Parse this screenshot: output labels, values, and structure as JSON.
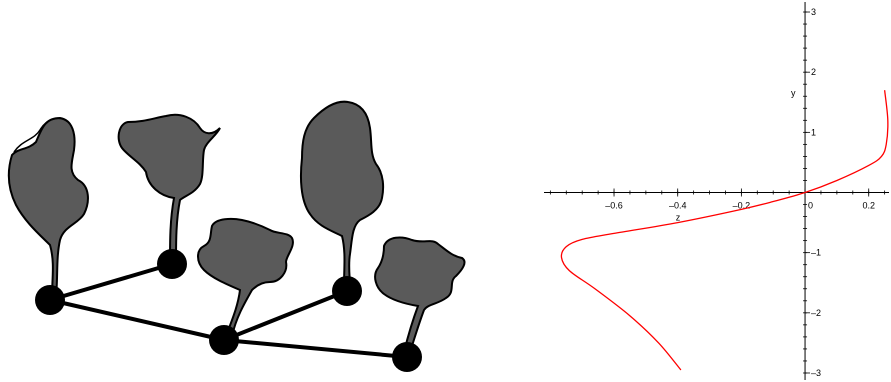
{
  "diagram": {
    "description_free": true,
    "node_color": "#000000",
    "blob_fill": "#5a5a5a",
    "blob_stroke": "#000000",
    "nodes": [
      "node-1",
      "node-2",
      "node-3",
      "node-4",
      "node-5"
    ],
    "edges": [
      [
        "node-1",
        "node-2"
      ],
      [
        "node-1",
        "node-3"
      ],
      [
        "node-3",
        "node-4"
      ],
      [
        "node-3",
        "node-5"
      ]
    ]
  },
  "chart_data": {
    "type": "line",
    "curve_color": "#ff0000",
    "xlabel": "z",
    "ylabel": "y",
    "xlim": [
      -0.82,
      0.27
    ],
    "ylim": [
      -3.05,
      3.1
    ],
    "x_ticks": [
      {
        "value": -0.6,
        "label": "–0.6"
      },
      {
        "value": -0.4,
        "label": "–0.4"
      },
      {
        "value": -0.2,
        "label": "–0.2"
      },
      {
        "value": 0,
        "label": "0"
      },
      {
        "value": 0.2,
        "label": "0.2"
      }
    ],
    "y_ticks": [
      {
        "value": 3,
        "label": "3"
      },
      {
        "value": 2,
        "label": "2"
      },
      {
        "value": 1,
        "label": "1"
      },
      {
        "value": -1,
        "label": "–1"
      },
      {
        "value": -2,
        "label": "–2"
      },
      {
        "value": -3,
        "label": "–3"
      }
    ],
    "series": [
      {
        "points": [
          [
            0.25,
            1.7
          ],
          [
            0.26,
            1.2
          ],
          [
            0.255,
            0.8
          ],
          [
            0.24,
            0.6
          ],
          [
            0.2,
            0.45
          ],
          [
            0.1,
            0.2
          ],
          [
            0.0,
            0.0
          ],
          [
            -0.1,
            -0.15
          ],
          [
            -0.2,
            -0.28
          ],
          [
            -0.4,
            -0.5
          ],
          [
            -0.6,
            -0.68
          ],
          [
            -0.7,
            -0.78
          ],
          [
            -0.75,
            -0.9
          ],
          [
            -0.765,
            -1.08
          ],
          [
            -0.74,
            -1.3
          ],
          [
            -0.66,
            -1.6
          ],
          [
            -0.55,
            -2.05
          ],
          [
            -0.46,
            -2.5
          ],
          [
            -0.39,
            -2.95
          ]
        ]
      }
    ]
  }
}
